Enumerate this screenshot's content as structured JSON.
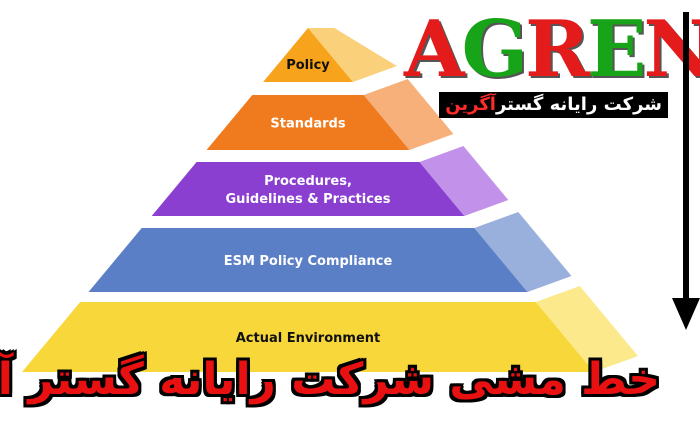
{
  "pyramid": {
    "tiers": [
      {
        "label_lines": [
          "Policy"
        ],
        "front": "#f7a31b",
        "side": "#fbd07a"
      },
      {
        "label_lines": [
          "Standards"
        ],
        "front": "#f07a1e",
        "side": "#f8b07a"
      },
      {
        "label_lines": [
          "Procedures,",
          "Guidelines & Practices"
        ],
        "front": "#8a3fd0",
        "side": "#c292ea"
      },
      {
        "label_lines": [
          "ESM Policy Compliance"
        ],
        "front": "#5b7fc6",
        "side": "#9ab0dc"
      },
      {
        "label_lines": [
          "Actual Environment"
        ],
        "front": "#f8d73a",
        "side": "#fbe98c"
      }
    ]
  },
  "logo": {
    "letters": [
      {
        "char": "A",
        "color": "#e31b1b"
      },
      {
        "char": "G",
        "color": "#18a418"
      },
      {
        "char": "R",
        "color": "#e31b1b"
      },
      {
        "char": "E",
        "color": "#18a418"
      },
      {
        "char": "N",
        "color": "#e31b1b"
      }
    ],
    "subtitle_main": "شرکت رایانه گستر",
    "subtitle_highlight": "آگرین"
  },
  "caption": "خط مشی شرکت رایانه گستر آگرین:",
  "colors": {
    "caption": "#e81010",
    "arrow": "#000000"
  },
  "icons": {
    "arrow": "arrow-down-icon"
  }
}
